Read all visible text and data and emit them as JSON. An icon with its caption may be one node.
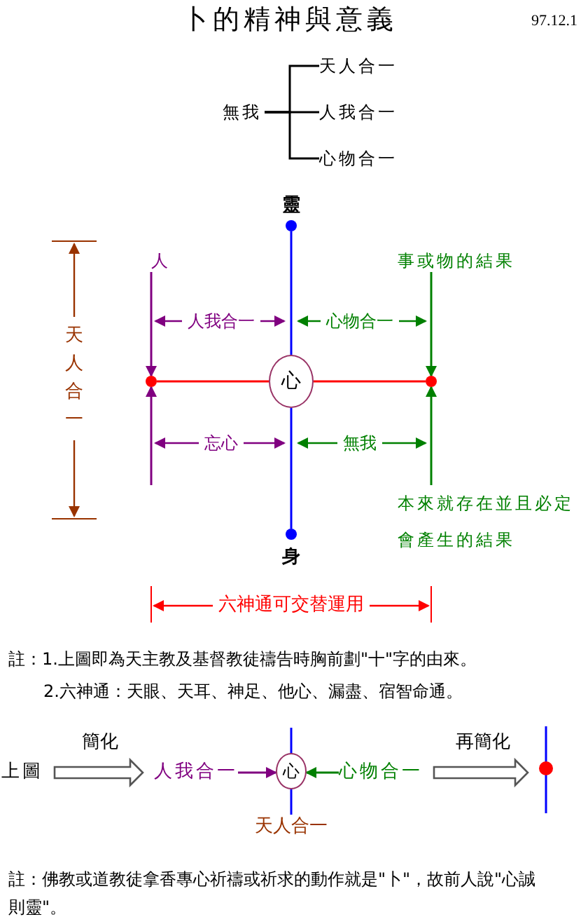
{
  "diagram": {
    "title": "卜的精神與意義",
    "nodes": [
      {
        "text": [
          "無我"
        ]
      },
      {
        "text": [
          "天人合一"
        ]
      },
      {
        "text": [
          "人我合一"
        ]
      },
      {
        "text": [
          "心物合一"
        ]
      },
      {
        "text": [],
        "shape": "circle",
        "beside": [
          "靈"
        ]
      },
      {
        "text": [
          "人"
        ]
      },
      {
        "text": [
          "事或物的結果"
        ]
      },
      {
        "text": [],
        "shape": "circle"
      },
      {
        "text": [
          "心"
        ]
      },
      {
        "text": [],
        "shape": "circle"
      },
      {
        "text": [
          "本來就存在並且必定會產生的結果"
        ]
      },
      {
        "text": [],
        "shape": "circle",
        "beside": [
          "身"
        ]
      },
      {
        "text": [
          "上圖"
        ]
      },
      {
        "text": [
          "人我合一"
        ]
      },
      {
        "text": [
          "心"
        ]
      },
      {
        "text": [
          "心物合一"
        ]
      },
      {
        "text": [],
        "shape": "circle"
      }
    ],
    "edges": [
      {
        "from": 0,
        "to": 1,
        "arrow": "none"
      },
      {
        "from": 0,
        "to": 2,
        "arrow": "none"
      },
      {
        "from": 0,
        "to": 3,
        "arrow": "none"
      },
      {
        "from": 4,
        "to": 8,
        "arrow": "none",
        "color": "#0000ff"
      },
      {
        "from": 8,
        "to": 11,
        "arrow": "none",
        "color": "#0000ff"
      },
      {
        "from": 7,
        "to": 8,
        "arrow": "none",
        "color": "#ff0000"
      },
      {
        "from": 8,
        "to": 9,
        "arrow": "none",
        "color": "#ff0000"
      },
      {
        "from": 5,
        "to": 7,
        "arrow": "to",
        "color": "#800080"
      },
      {
        "from": null,
        "to": 7,
        "arrow": "to",
        "color": "#800080"
      },
      {
        "from": 6,
        "to": 9,
        "arrow": "to",
        "color": "#008000"
      },
      {
        "from": 10,
        "to": 9,
        "arrow": "to",
        "color": "#008000"
      },
      {
        "from": 12,
        "to": 13,
        "arrow": "to",
        "style": "thick",
        "label": "簡化"
      },
      {
        "from": 13,
        "to": 14,
        "arrow": "to",
        "color": "#800080"
      },
      {
        "from": 15,
        "to": 14,
        "arrow": "to",
        "color": "#008000"
      },
      {
        "from": 15,
        "to": 16,
        "arrow": "to",
        "style": "thick",
        "label": "再簡化"
      }
    ],
    "labels": [
      "97.12.1",
      "人我合一",
      "心物合一",
      "忘心",
      "無我",
      "天人合一",
      "六神通可交替運用",
      "註：1.上圖即為天主教及基督教徒禱告時胸前劃\"十\"字的由來。",
      "2.六神通：天眼、天耳、神足、他心、漏盡、宿智命通。",
      "天人合一",
      "註：佛教或道教徒拿香專心祈禱或祈求的動作就是\"卜\"，故前人說\"心誠則靈\"。"
    ]
  }
}
